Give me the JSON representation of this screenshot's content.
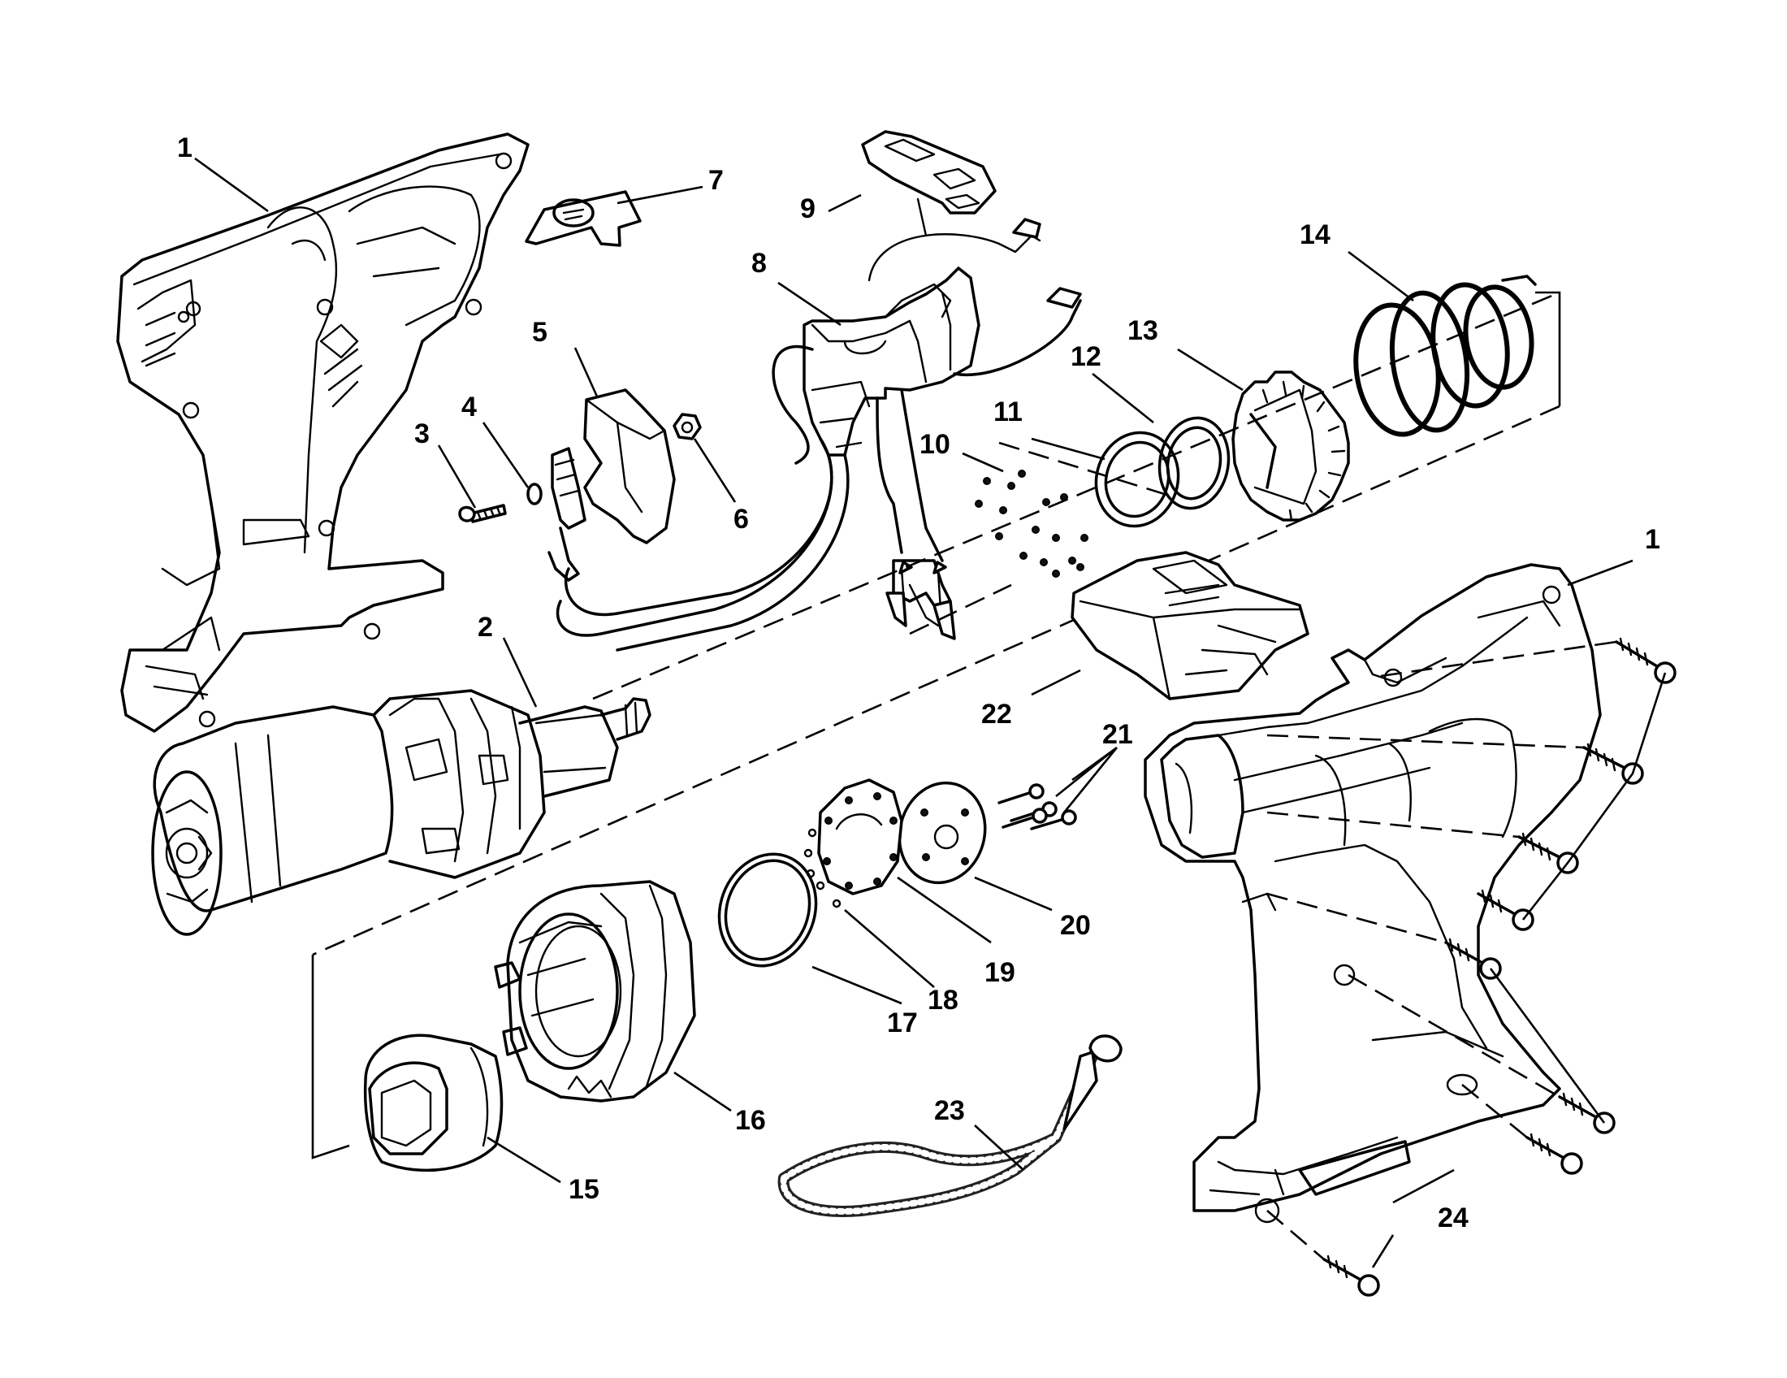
{
  "labels": [
    {
      "id": "1a",
      "text": "1"
    },
    {
      "id": "1b",
      "text": "1"
    },
    {
      "id": "2",
      "text": "2"
    },
    {
      "id": "3",
      "text": "3"
    },
    {
      "id": "4",
      "text": "4"
    },
    {
      "id": "5",
      "text": "5"
    },
    {
      "id": "6",
      "text": "6"
    },
    {
      "id": "7",
      "text": "7"
    },
    {
      "id": "8",
      "text": "8"
    },
    {
      "id": "9",
      "text": "9"
    },
    {
      "id": "10",
      "text": "10"
    },
    {
      "id": "11",
      "text": "11"
    },
    {
      "id": "12",
      "text": "12"
    },
    {
      "id": "13",
      "text": "13"
    },
    {
      "id": "14",
      "text": "14"
    },
    {
      "id": "15",
      "text": "15"
    },
    {
      "id": "16",
      "text": "16"
    },
    {
      "id": "17",
      "text": "17"
    },
    {
      "id": "18",
      "text": "18"
    },
    {
      "id": "19",
      "text": "19"
    },
    {
      "id": "20",
      "text": "20"
    },
    {
      "id": "21",
      "text": "21"
    },
    {
      "id": "22",
      "text": "22"
    },
    {
      "id": "23",
      "text": "23"
    },
    {
      "id": "24",
      "text": "24"
    }
  ]
}
